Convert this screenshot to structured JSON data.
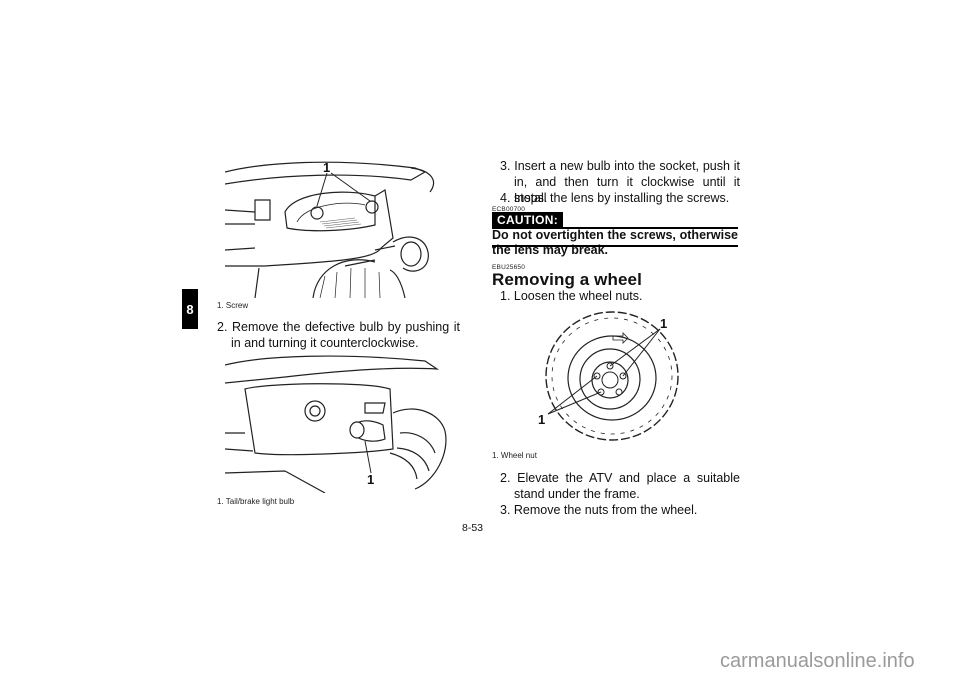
{
  "chapter_tab": "8",
  "left_column": {
    "figure1": {
      "callout": "1",
      "caption": "1.  Screw"
    },
    "step2": "2. Remove the defective bulb by pushing it in and turning it counterclockwise.",
    "figure2": {
      "callout": "1",
      "caption": "1.  Tail/brake light bulb"
    }
  },
  "right_column": {
    "step3": "3. Insert a new bulb into the socket, push it in, and then turn it clockwise until it stops.",
    "step4": "4. Install the lens by installing the screws.",
    "caution_code": "ECB00700",
    "caution_label": "CAUTION:",
    "caution_text": "Do not overtighten the screws, otherwise the lens may break.",
    "section_code": "EBU25650",
    "section_title": "Removing a wheel",
    "step1": "1. Loosen the wheel nuts.",
    "figure3": {
      "callout_top": "1",
      "callout_bottom": "1",
      "caption": "1.  Wheel nut"
    },
    "step2": "2. Elevate the ATV and place a suitable stand under the frame.",
    "step3b": "3. Remove the nuts from the wheel."
  },
  "page_number": "8-53",
  "watermark": "carmanualsonline.info"
}
